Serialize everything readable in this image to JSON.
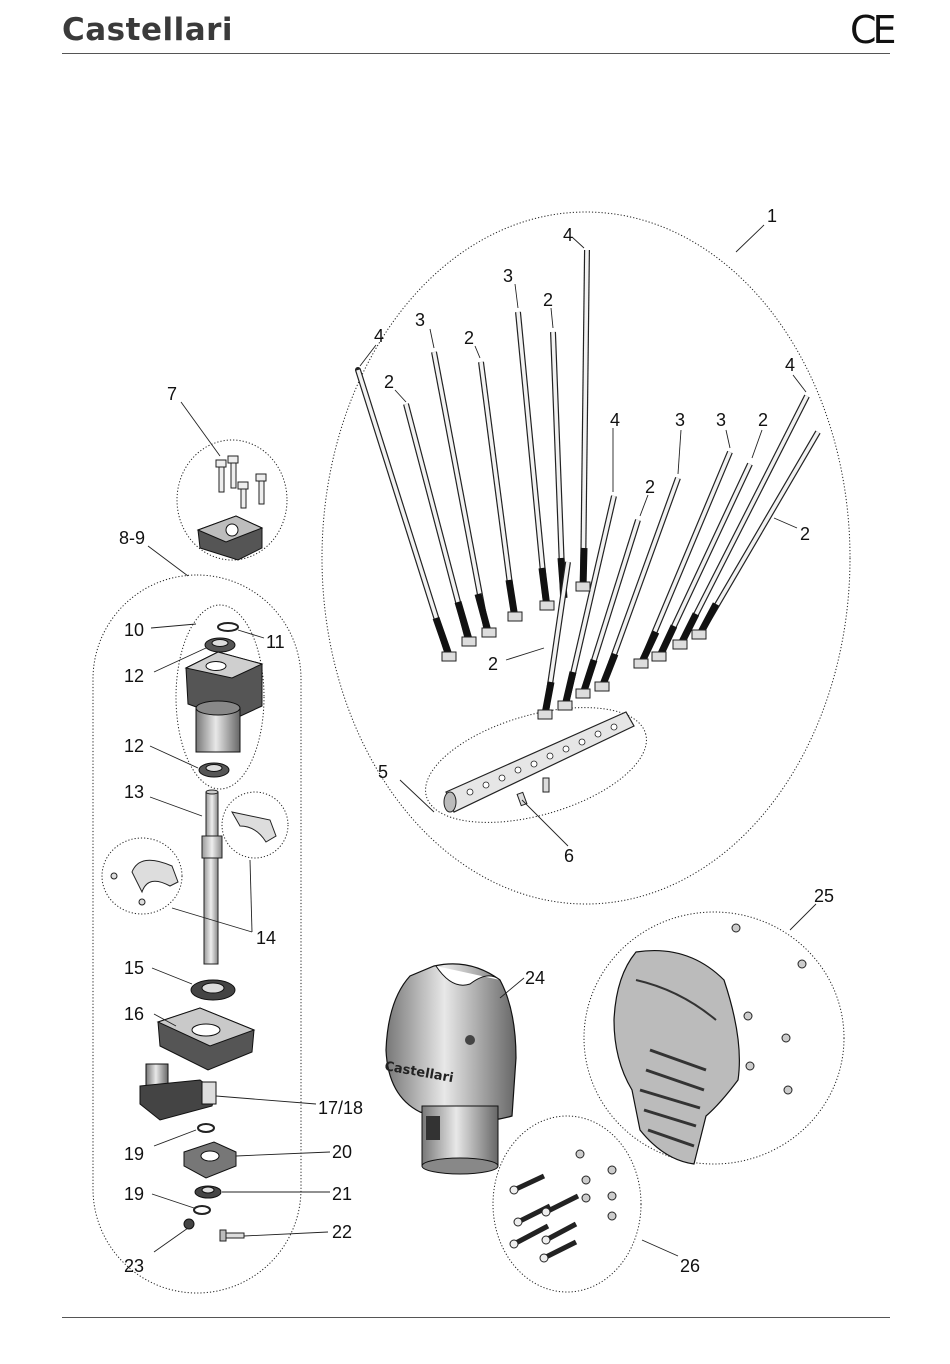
{
  "header": {
    "brand": "Castellari",
    "mark": "CE"
  },
  "callouts": {
    "c1": "1",
    "c2": "2",
    "c3": "3",
    "c4": "4",
    "c5": "5",
    "c6": "6",
    "c7": "7",
    "c8_9": "8-9",
    "c10": "10",
    "c11": "11",
    "c12": "12",
    "c13": "13",
    "c14": "14",
    "c15": "15",
    "c16": "16",
    "c17_18": "17/18",
    "c19": "19",
    "c20": "20",
    "c21": "21",
    "c22": "22",
    "c23": "23",
    "c24": "24",
    "c25": "25",
    "c26": "26"
  },
  "housing_logo": "Castellari"
}
